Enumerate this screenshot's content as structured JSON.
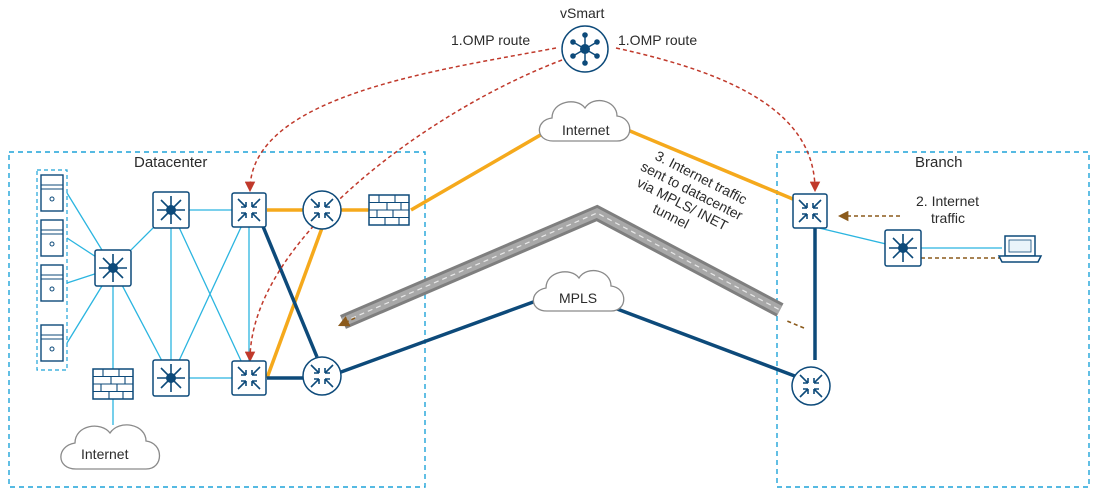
{
  "controller": {
    "label": "vSmart"
  },
  "omp_labels": {
    "left": "1.OMP route",
    "right": "1.OMP route"
  },
  "sites": {
    "datacenter": "Datacenter",
    "branch": "Branch"
  },
  "clouds": {
    "internet_top": "Internet",
    "mpls": "MPLS",
    "internet_dc": "Internet"
  },
  "annotations": {
    "branch_traffic": [
      "2. Internet",
      "traffic"
    ],
    "tunnel_note": [
      "3. Internet traffic",
      "sent to datacenter",
      "via MPLS/ INET",
      "tunnel"
    ]
  },
  "colors": {
    "site_border": "#1fa4d8",
    "lan_link": "#2bb5e0",
    "internet_link": "#f5a91c",
    "mpls_link": "#0d4a7a",
    "omp_arrow": "#c0392b",
    "traffic_arrow": "#8b5a1b",
    "tunnel": "#8a8a8a",
    "device_outline": "#0d4a7a"
  },
  "icons": {
    "controller": "vsmart-hub-icon",
    "router": "router-icon",
    "edge_switch": "wan-edge-icon",
    "multilayer_switch": "multilayer-switch-icon",
    "firewall": "firewall-icon",
    "server": "server-icon",
    "laptop": "laptop-icon",
    "cloud": "cloud-icon"
  }
}
